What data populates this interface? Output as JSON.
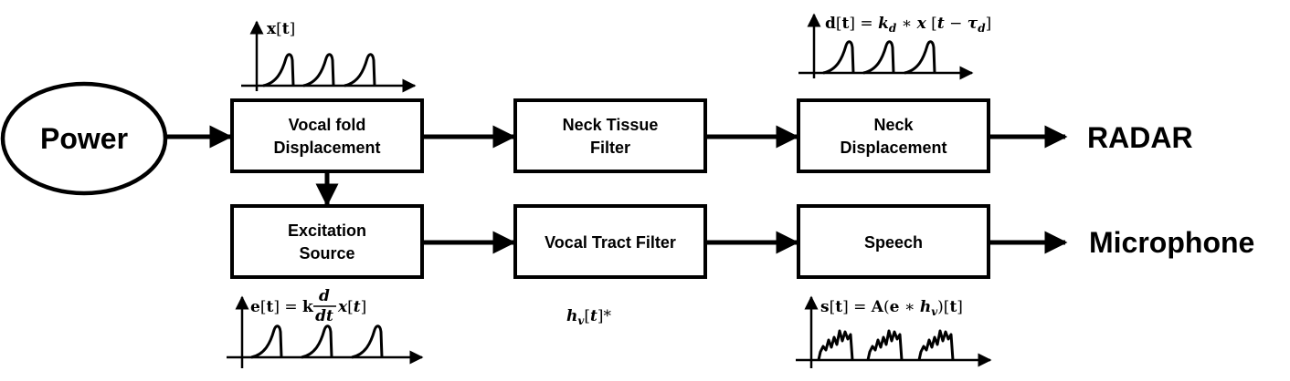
{
  "source": {
    "label": "Power"
  },
  "blocks": {
    "vocal_fold": {
      "line1": "Vocal fold",
      "line2": "Displacement"
    },
    "neck_tissue": {
      "line1": "Neck Tissue",
      "line2": "Filter"
    },
    "neck_displacement": {
      "line1": "Neck",
      "line2": "Displacement"
    },
    "excitation": {
      "line1": "Excitation",
      "line2": "Source"
    },
    "vocal_tract": {
      "line1": "Vocal Tract Filter"
    },
    "speech": {
      "line1": "Speech"
    }
  },
  "outputs": {
    "radar": "RADAR",
    "microphone": "Microphone"
  },
  "signals": {
    "x": "x[t]",
    "d": "d[t] = k_d * x[t − τ_d]",
    "e": "e[t] = k (d/dt) x[t]",
    "h": "h_v[t]*",
    "s": "s[t] = A(e * h_v)[t]"
  },
  "colors": {
    "stroke": "#000000",
    "background": "#ffffff"
  }
}
